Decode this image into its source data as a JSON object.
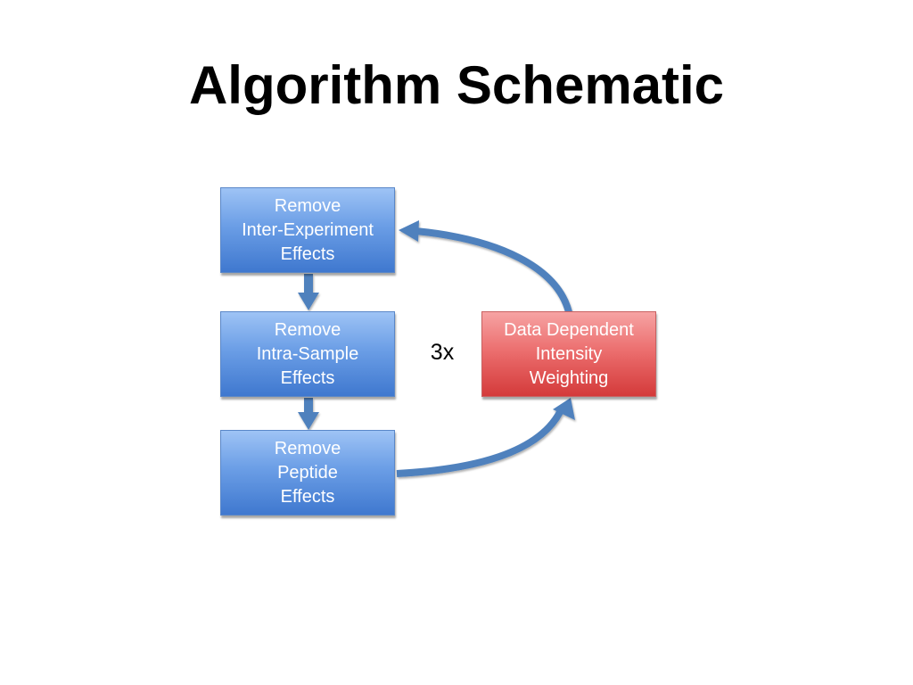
{
  "title": "Algorithm Schematic",
  "repeat_label": "3x",
  "colors": {
    "arrow": "#4f81bd",
    "blue_box_top": "#9ec3f5",
    "blue_box_bottom": "#3f78cf",
    "red_box_top": "#f6a3a3",
    "red_box_bottom": "#d43a3a",
    "box_text": "#ffffff"
  },
  "boxes": {
    "inter_experiment": {
      "lines": [
        "Remove",
        "Inter-Experiment",
        "Effects"
      ]
    },
    "intra_sample": {
      "lines": [
        "Remove",
        "Intra-Sample",
        "Effects"
      ]
    },
    "peptide": {
      "lines": [
        "Remove",
        "Peptide",
        "Effects"
      ]
    },
    "weighting": {
      "lines": [
        "Data Dependent",
        "Intensity",
        "Weighting"
      ]
    }
  }
}
